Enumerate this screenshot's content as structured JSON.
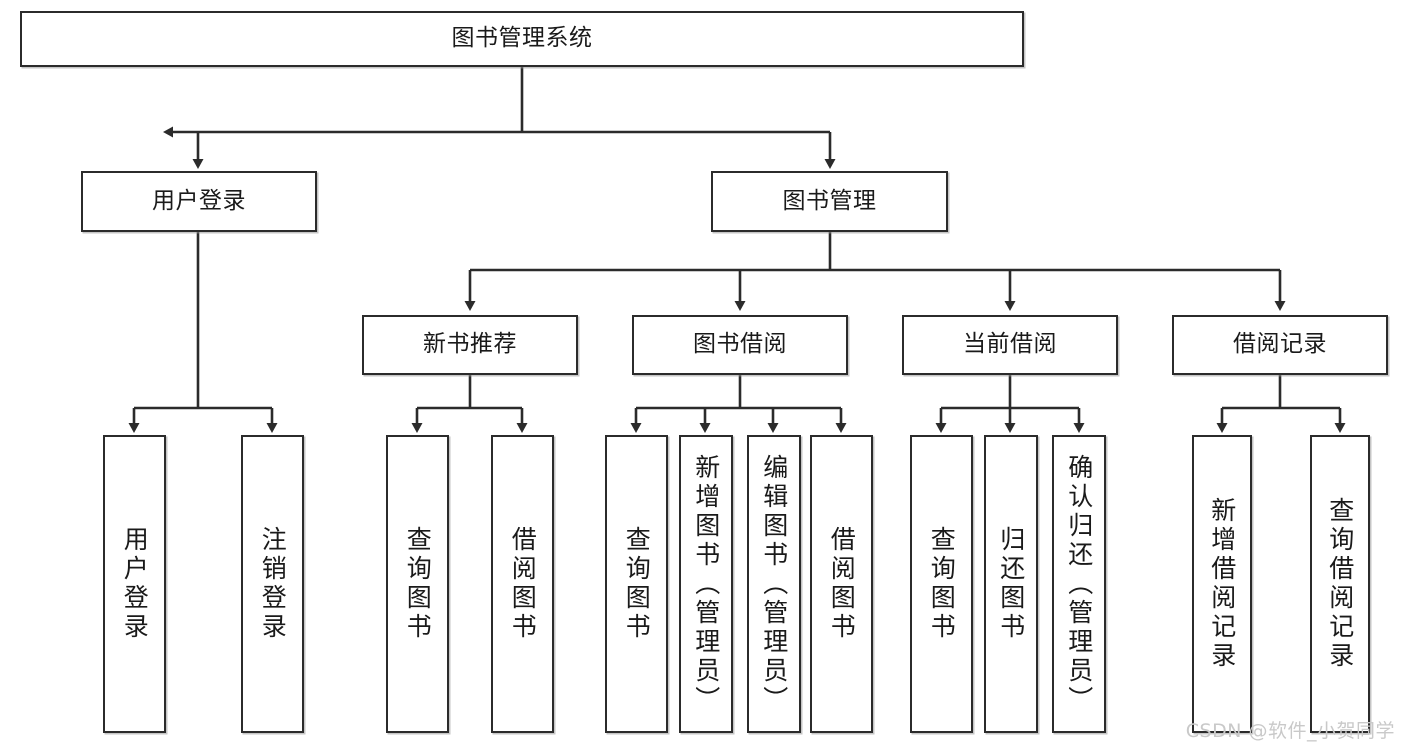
{
  "diagram": {
    "title_node": {
      "label": "图书管理系统"
    },
    "level2": [
      {
        "label": "用户登录"
      },
      {
        "label": "图书管理"
      }
    ],
    "level3": [
      {
        "label": "新书推荐"
      },
      {
        "label": "图书借阅"
      },
      {
        "label": "当前借阅"
      },
      {
        "label": "借阅记录"
      }
    ],
    "leaves": {
      "user_login": [
        {
          "label": "用户登录"
        },
        {
          "label": "注销登录"
        }
      ],
      "new_book_recommend": [
        {
          "label": "查询图书"
        },
        {
          "label": "借阅图书"
        }
      ],
      "book_borrow": [
        {
          "label": "查询图书"
        },
        {
          "label": "新增图书（管理员）"
        },
        {
          "label": "编辑图书（管理员）"
        },
        {
          "label": "借阅图书"
        }
      ],
      "current_borrow": [
        {
          "label": "查询图书"
        },
        {
          "label": "归还图书"
        },
        {
          "label": "确认归还（管理员）"
        }
      ],
      "borrow_record": [
        {
          "label": "新增借阅记录"
        },
        {
          "label": "查询借阅记录"
        }
      ]
    }
  },
  "watermark": {
    "text": "CSDN @软件_小贺同学"
  },
  "colors": {
    "stroke": "#2b2b2b",
    "box_fill": "#ffffff",
    "text": "#1a1a1a",
    "watermark": "#c9c9c9",
    "background": "#ffffff"
  }
}
